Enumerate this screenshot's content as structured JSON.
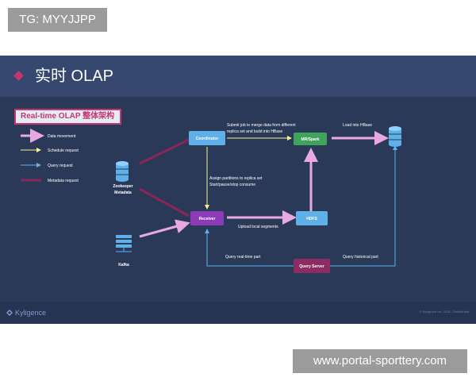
{
  "tag": "TG: MYYJJPP",
  "slide": {
    "title": "实时 OLAP",
    "subtitle": "Real-time OLAP 整体架构",
    "legend": [
      {
        "label": "Data movement",
        "color": "#e7a9df"
      },
      {
        "label": "Schedule request",
        "color": "#f6f28a"
      },
      {
        "label": "Query request",
        "color": "#5fb0e8"
      },
      {
        "label": "Metadata request",
        "color": "#8a2557"
      }
    ],
    "nodes": {
      "coordinator": "Coordinator",
      "mrspark": "MR/Spark",
      "receiver": "Receiver",
      "hdfs": "HDFS",
      "query_server": "Query Server",
      "zookeeper_1": "Zookeeper",
      "zookeeper_2": "Metadata",
      "kafka": "Kafka"
    },
    "annotations": {
      "submit_1": "Submit job to merge data from different",
      "submit_2": "replica set and build into HBase",
      "load_hbase": "Load into HBase",
      "assign_1": "Assign partitions to replica set",
      "assign_2": "Start/pause/stop consume",
      "upload": "Upload local segments",
      "query_realtime": "Query real-time part",
      "query_historical": "Query historical part"
    },
    "footer": {
      "brand": "Kyligence",
      "copyright": "© Kyligence Inc. 2018. Confidential."
    }
  },
  "watermark": "www.portal-sporttery.com"
}
